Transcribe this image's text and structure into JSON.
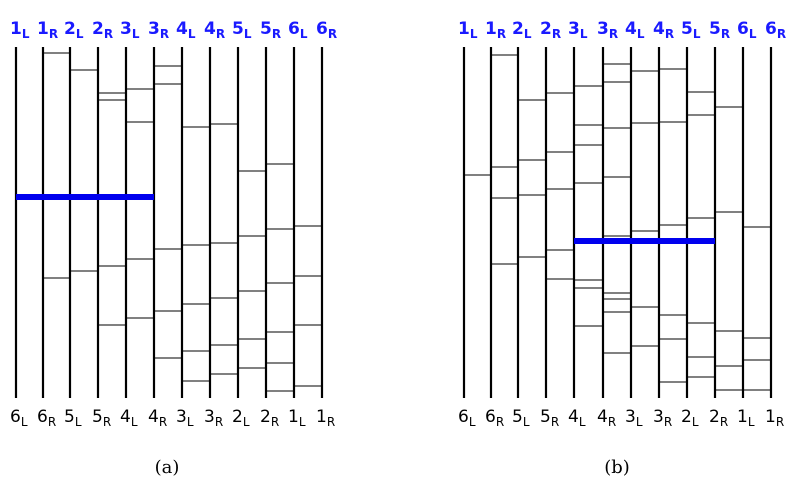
{
  "colors": {
    "top_label": "#1a1aff",
    "highlight": "#0000ee",
    "line": "#000000",
    "text": "#000000"
  },
  "diagrams": [
    {
      "id": "a",
      "caption": "(a)",
      "top_labels": [
        [
          "1",
          "L"
        ],
        [
          "1",
          "R"
        ],
        [
          "2",
          "L"
        ],
        [
          "2",
          "R"
        ],
        [
          "3",
          "L"
        ],
        [
          "3",
          "R"
        ],
        [
          "4",
          "L"
        ],
        [
          "4",
          "R"
        ],
        [
          "5",
          "L"
        ],
        [
          "5",
          "R"
        ],
        [
          "6",
          "L"
        ],
        [
          "6",
          "R"
        ]
      ],
      "bottom_labels": [
        [
          "6",
          "L"
        ],
        [
          "6",
          "R"
        ],
        [
          "5",
          "L"
        ],
        [
          "5",
          "R"
        ],
        [
          "4",
          "L"
        ],
        [
          "4",
          "R"
        ],
        [
          "3",
          "L"
        ],
        [
          "3",
          "R"
        ],
        [
          "2",
          "L"
        ],
        [
          "2",
          "R"
        ],
        [
          "1",
          "L"
        ],
        [
          "1",
          "R"
        ]
      ]
    },
    {
      "id": "b",
      "caption": "(b)",
      "top_labels": [
        [
          "1",
          "L"
        ],
        [
          "1",
          "R"
        ],
        [
          "2",
          "L"
        ],
        [
          "2",
          "R"
        ],
        [
          "3",
          "L"
        ],
        [
          "3",
          "R"
        ],
        [
          "4",
          "L"
        ],
        [
          "4",
          "R"
        ],
        [
          "5",
          "L"
        ],
        [
          "5",
          "R"
        ],
        [
          "6",
          "L"
        ],
        [
          "6",
          "R"
        ]
      ],
      "bottom_labels": [
        [
          "6",
          "L"
        ],
        [
          "6",
          "R"
        ],
        [
          "5",
          "L"
        ],
        [
          "5",
          "R"
        ],
        [
          "4",
          "L"
        ],
        [
          "4",
          "R"
        ],
        [
          "3",
          "L"
        ],
        [
          "3",
          "R"
        ],
        [
          "2",
          "L"
        ],
        [
          "2",
          "R"
        ],
        [
          "1",
          "L"
        ],
        [
          "1",
          "R"
        ]
      ]
    }
  ]
}
